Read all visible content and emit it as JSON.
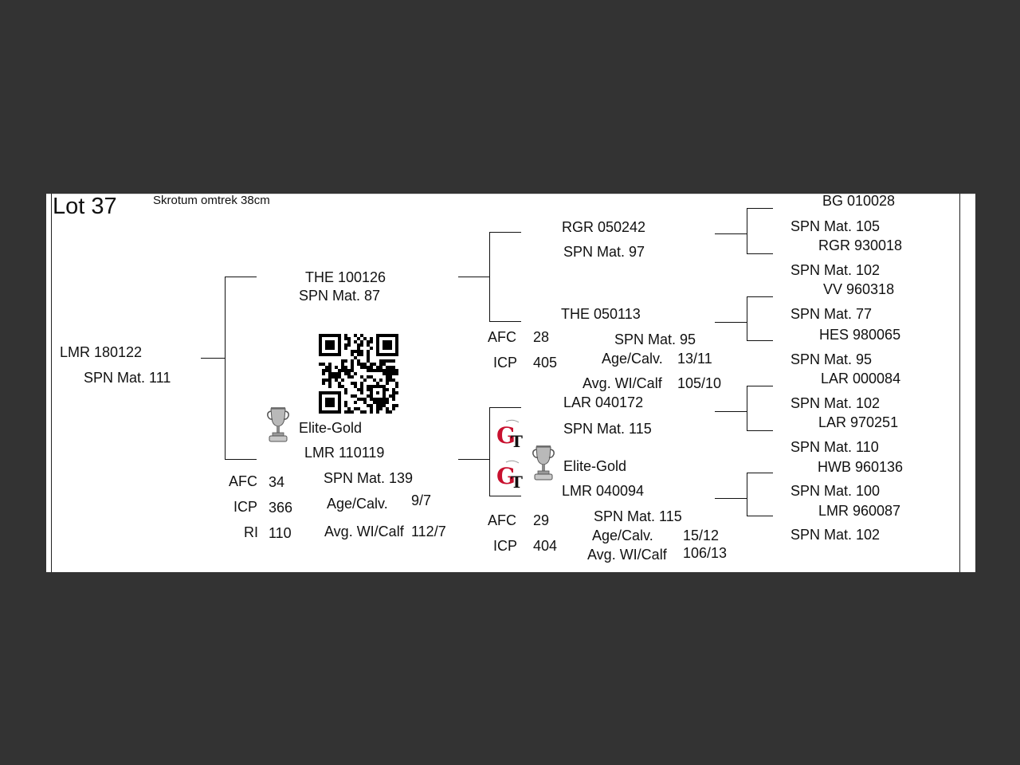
{
  "lot": {
    "title": "Lot 37",
    "note": "Skrotum omtrek 38cm"
  },
  "animal": {
    "id": "LMR 180122",
    "spn": "SPN Mat. 111"
  },
  "sire": {
    "id": "THE 100126",
    "spn": "SPN Mat. 87"
  },
  "dam": {
    "badge": "Elite-Gold",
    "id": "LMR 110119",
    "spn": "SPN Mat. 139",
    "afc_label": "AFC",
    "afc": "34",
    "icp_label": "ICP",
    "icp": "366",
    "ri_label": "RI",
    "ri": "110",
    "age_label": "Age/Calv.",
    "age": "9/7",
    "wi_label": "Avg. WI/Calf",
    "wi": "112/7"
  },
  "sire_sire": {
    "id": "RGR 050242",
    "spn": "SPN Mat. 97"
  },
  "sire_dam": {
    "id": "THE 050113",
    "spn": "SPN Mat. 95",
    "afc_label": "AFC",
    "afc": "28",
    "icp_label": "ICP",
    "icp": "405",
    "age_label": "Age/Calv.",
    "age": "13/11",
    "wi_label": "Avg. WI/Calf",
    "wi": "105/10"
  },
  "dam_sire": {
    "id": "LAR 040172",
    "spn": "SPN Mat. 115"
  },
  "dam_dam": {
    "badge": "Elite-Gold",
    "id": "LMR 040094",
    "spn": "SPN Mat. 115",
    "afc_label": "AFC",
    "afc": "29",
    "icp_label": "ICP",
    "icp": "404",
    "age_label": "Age/Calv.",
    "age": "15/12",
    "wi_label": "Avg. WI/Calf",
    "wi": "106/13"
  },
  "ancestors": [
    {
      "id": "BG  010028",
      "spn": "SPN Mat. 105"
    },
    {
      "id": "RGR 930018",
      "spn": "SPN Mat. 102"
    },
    {
      "id": "VV  960318",
      "spn": "SPN Mat. 77"
    },
    {
      "id": "HES 980065",
      "spn": "SPN Mat. 95"
    },
    {
      "id": "LAR 000084",
      "spn": "SPN Mat. 102"
    },
    {
      "id": "LAR 970251",
      "spn": "SPN Mat. 110"
    },
    {
      "id": "HWB 960136",
      "spn": "SPN Mat. 100"
    },
    {
      "id": "LMR 960087",
      "spn": "SPN Mat. 102"
    }
  ],
  "icons": {
    "trophy": "trophy-icon",
    "gt_logo": "gt-logo-icon",
    "qr": "qr-code"
  },
  "colors": {
    "background": "#333333",
    "card": "#ffffff",
    "logo_red": "#c8102e"
  }
}
